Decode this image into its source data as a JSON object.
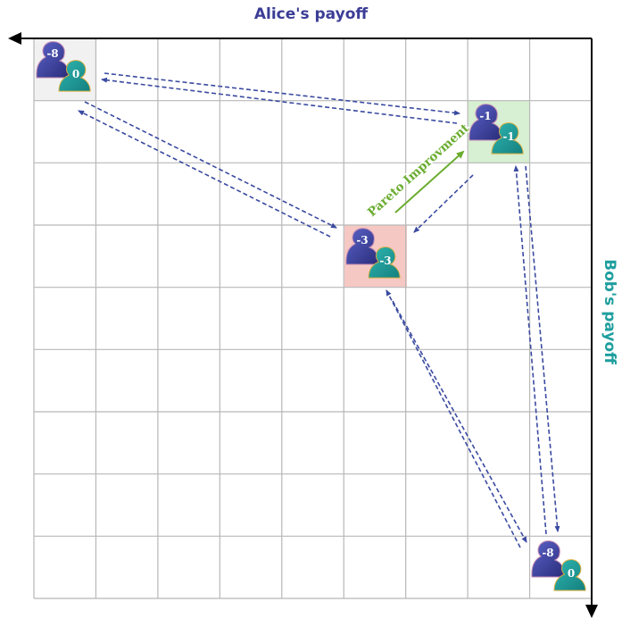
{
  "axes": {
    "top_title": "Alice's payoff",
    "right_title": "Bob's payoff"
  },
  "colors": {
    "alice": "#3b3d96",
    "bob": "#1f9e9e",
    "arrow": "#3a4aa0",
    "pareto": "#6aac2f",
    "grid": "#b8b8b8",
    "cell_gray": "#f1f1f1",
    "cell_green": "#d7efd2",
    "cell_red": "#f5c8c4"
  },
  "outcomes": [
    {
      "id": "cooperate-cooperate",
      "alice": "-1",
      "bob": "-1",
      "cell_color": "green",
      "icon": "person-pair-icon"
    },
    {
      "id": "defect-defect",
      "alice": "-3",
      "bob": "-3",
      "cell_color": "red",
      "icon": "person-pair-icon"
    },
    {
      "id": "alice-defects",
      "alice": "-8",
      "bob": "0",
      "cell_color": "gray",
      "icon": "person-pair-icon"
    },
    {
      "id": "bob-defects",
      "alice": "-8",
      "bob": "0",
      "cell_color": "none",
      "icon": "person-pair-icon"
    }
  ],
  "annotation": {
    "pareto_label": "Pareto Improvment"
  }
}
